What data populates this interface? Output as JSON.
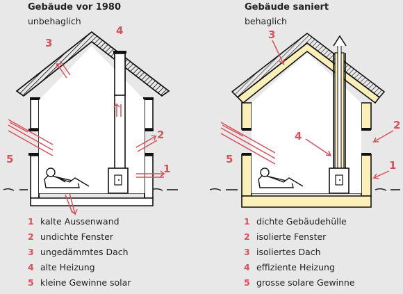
{
  "left": {
    "title": "Gebäude vor 1980",
    "subtitle": "unbehaglich",
    "legend": [
      {
        "num": "1",
        "text": "kalte Aussenwand"
      },
      {
        "num": "2",
        "text": "undichte Fenster"
      },
      {
        "num": "3",
        "text": "ungedämmtes Dach"
      },
      {
        "num": "4",
        "text": "alte Heizung"
      },
      {
        "num": "5",
        "text": "kleine Gewinne solar"
      }
    ]
  },
  "right": {
    "title": "Gebäude saniert",
    "subtitle": "behaglich",
    "legend": [
      {
        "num": "1",
        "text": "dichte Gebäudehülle"
      },
      {
        "num": "2",
        "text": "isolierte Fenster"
      },
      {
        "num": "3",
        "text": "isoliertes Dach"
      },
      {
        "num": "4",
        "text": "effiziente Heizung"
      },
      {
        "num": "5",
        "text": "grosse solare Gewinne"
      }
    ]
  },
  "colors": {
    "background": "#e8e8e8",
    "accent_red": "#d8505a",
    "insulation_yellow": "#fbf0b8",
    "line": "#111111"
  }
}
